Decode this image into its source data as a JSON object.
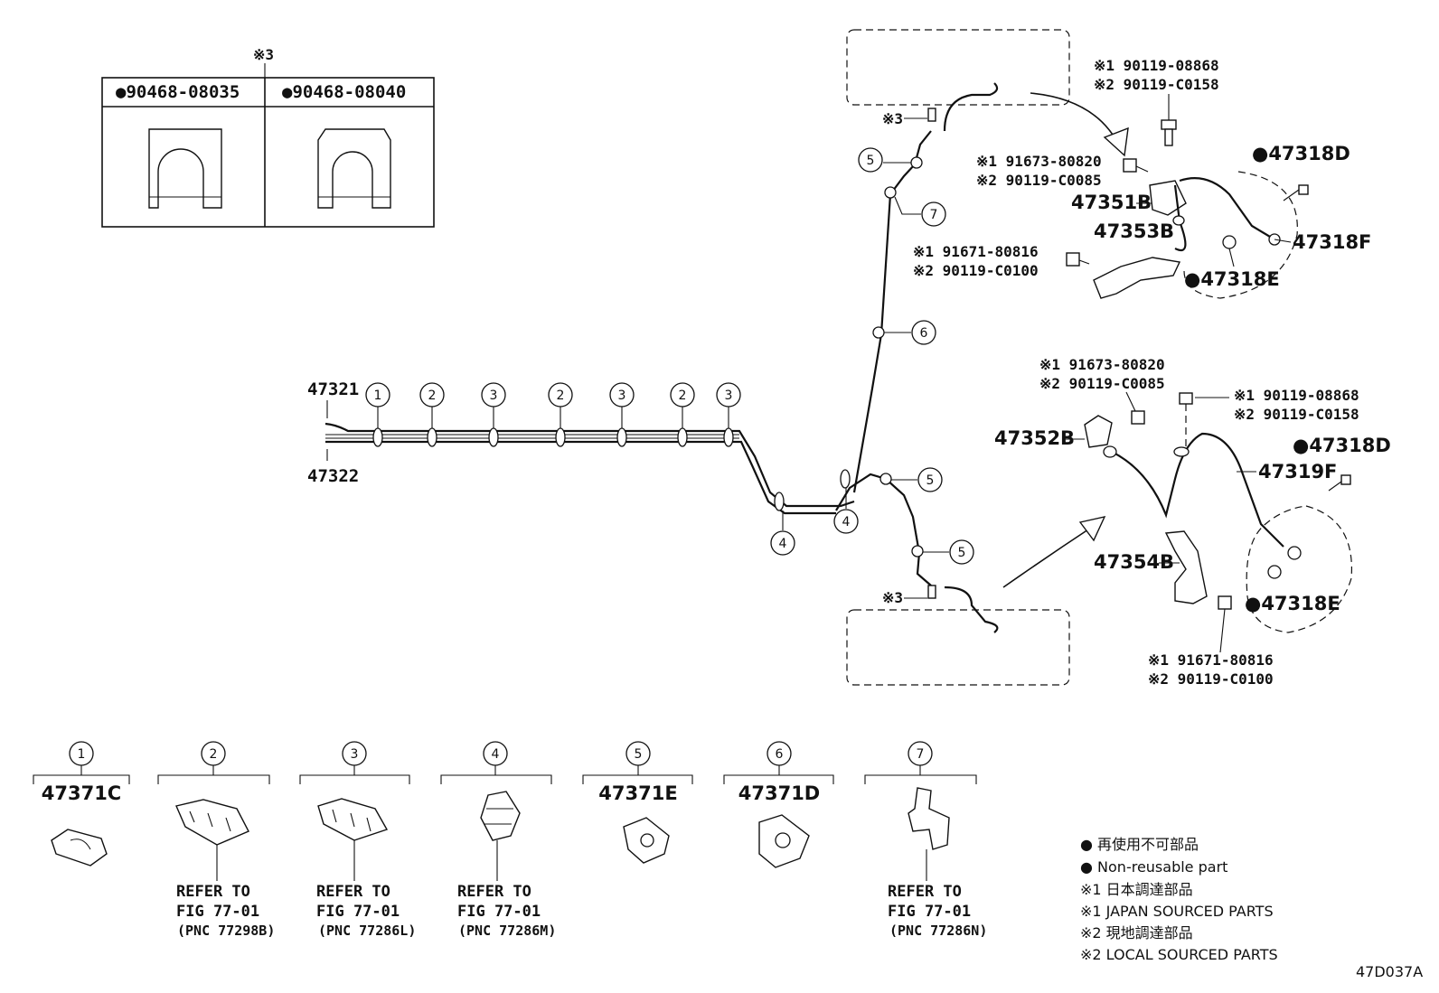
{
  "ref_note": "※3",
  "clip_table": {
    "left_code": "●90468-08035",
    "right_code": "●90468-08040"
  },
  "pipes": {
    "upper": "47321",
    "lower": "47322"
  },
  "callouts": [
    "1",
    "2",
    "3",
    "2",
    "3",
    "2",
    "3"
  ],
  "branch_callouts": {
    "c4a": "4",
    "c4b": "4",
    "c5a": "5",
    "c5b": "5",
    "c5c": "5",
    "c6": "6",
    "c7": "7"
  },
  "upper_assembly": {
    "ref3": "※3",
    "bolt_top_1": "※1 90119-08868",
    "bolt_top_2": "※2 90119-C0158",
    "bolt_side_1": "※1  91673-80820",
    "bolt_side_2": "※2  90119-C0085",
    "bracket": "47351B",
    "bracket2": "47353B",
    "bolt_low_1": "※1  91671-80816",
    "bolt_low_2": "※2  90119-C0100",
    "gasket_d": "●47318D",
    "hose": "47318F",
    "gasket_e": "●47318E"
  },
  "lower_assembly": {
    "ref3": "※3",
    "bolt_side_1": "※1  91673-80820",
    "bolt_side_2": "※2  90119-C0085",
    "bolt_top_1": "※1 90119-08868",
    "bolt_top_2": "※2 90119-C0158",
    "bracket": "47352B",
    "gasket_d": "●47318D",
    "hose": "47319F",
    "bracket2": "47354B",
    "gasket_e": "●47318E",
    "bolt_low_1": "※1  91671-80816",
    "bolt_low_2": "※2  90119-C0100"
  },
  "clips": [
    {
      "num": "1",
      "part": "47371C",
      "ref": "",
      "fig": "",
      "pnc": ""
    },
    {
      "num": "2",
      "part": "",
      "ref": "REFER TO",
      "fig": "FIG 77-01",
      "pnc": "(PNC 77298B)"
    },
    {
      "num": "3",
      "part": "",
      "ref": "REFER TO",
      "fig": "FIG 77-01",
      "pnc": "(PNC 77286L)"
    },
    {
      "num": "4",
      "part": "",
      "ref": "REFER TO",
      "fig": "FIG 77-01",
      "pnc": "(PNC 77286M)"
    },
    {
      "num": "5",
      "part": "47371E",
      "ref": "",
      "fig": "",
      "pnc": ""
    },
    {
      "num": "6",
      "part": "47371D",
      "ref": "",
      "fig": "",
      "pnc": ""
    },
    {
      "num": "7",
      "part": "",
      "ref": "REFER TO",
      "fig": "FIG 77-01",
      "pnc": "(PNC 77286N)"
    }
  ],
  "legend": [
    "● 再使用不可部品",
    "● Non-reusable part",
    "※1 日本調達部品",
    "※1 JAPAN SOURCED PARTS",
    "※2 現地調達部品",
    "※2 LOCAL SOURCED PARTS"
  ],
  "figure_code": "47D037A"
}
